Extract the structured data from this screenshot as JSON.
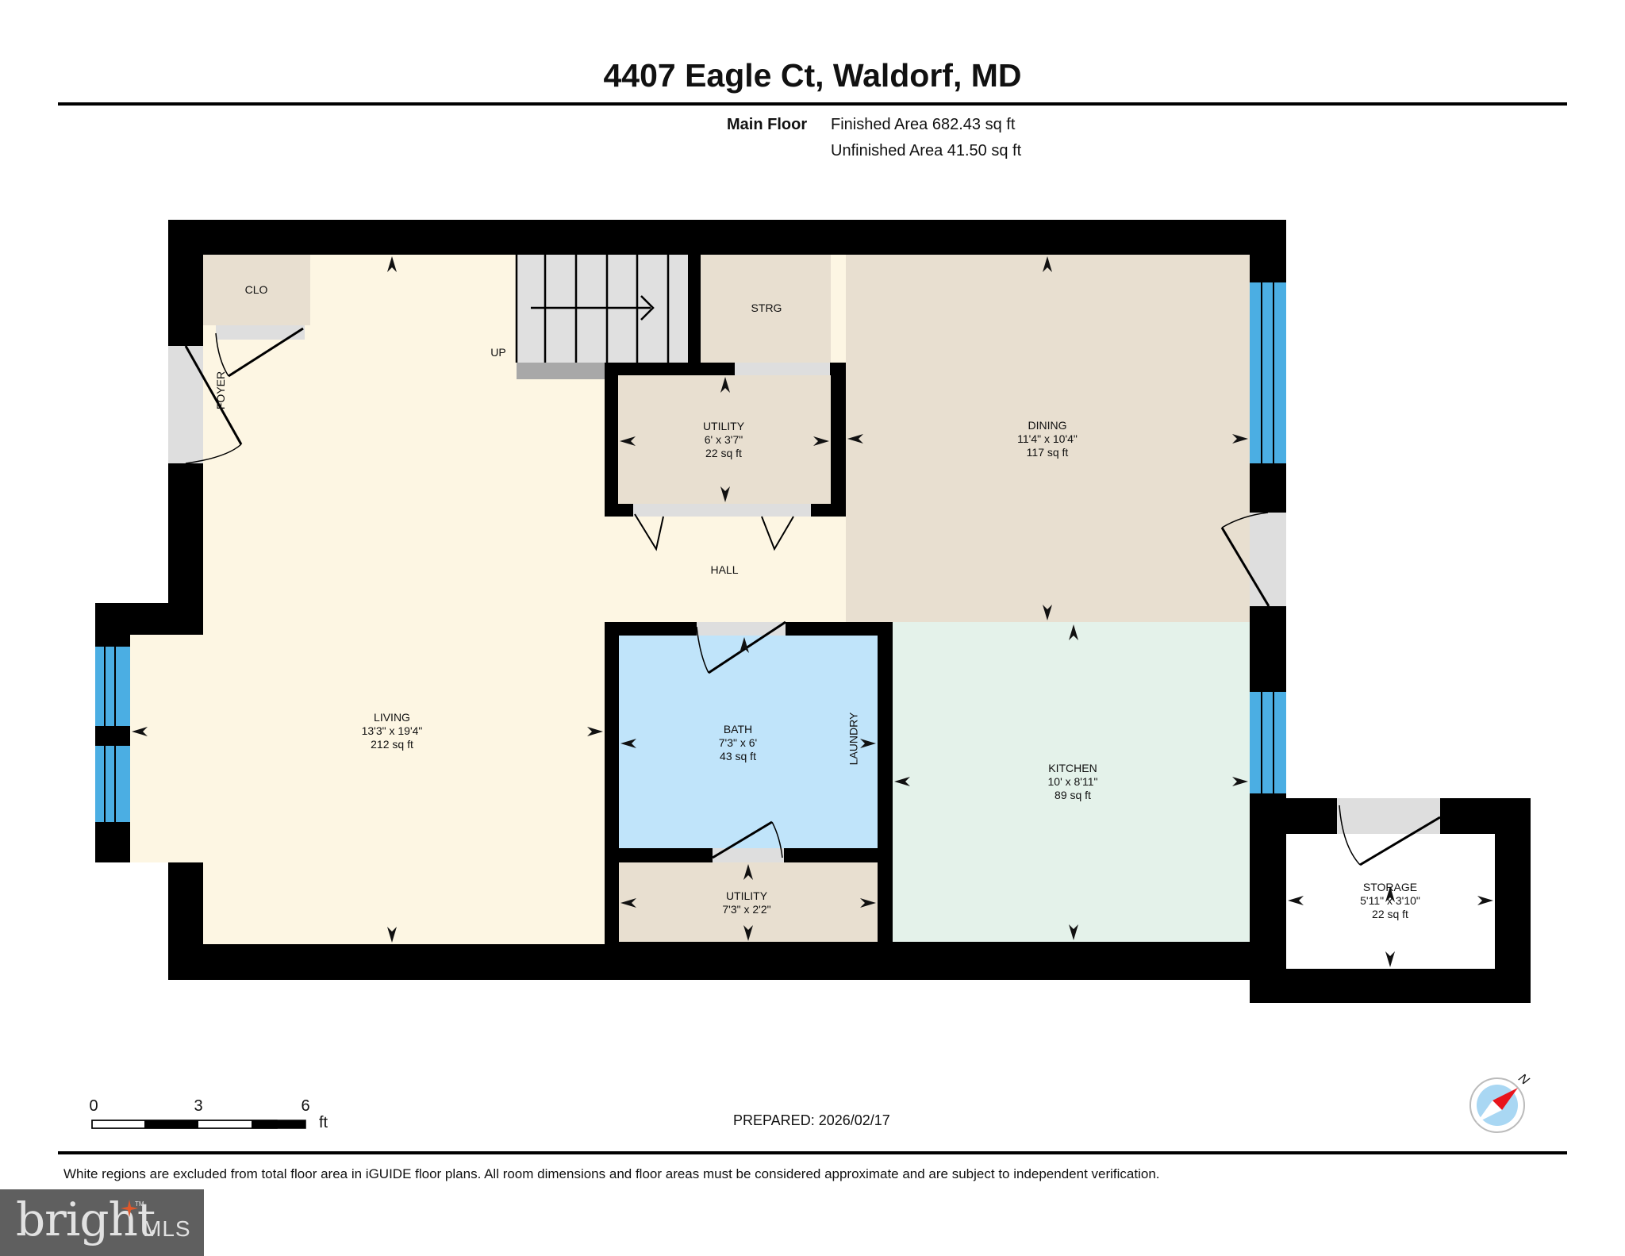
{
  "header": {
    "title": "4407 Eagle Ct, Waldorf, MD",
    "floor_name": "Main Floor",
    "finished_area": "Finished Area 682.43 sq ft",
    "unfinished_area": "Unfinished Area 41.50 sq ft"
  },
  "colors": {
    "wall": "#000000",
    "living": "#fdf6e3",
    "beige_room": "#e8dfd0",
    "bath": "#c0e4fa",
    "kitchen": "#e4f2ea",
    "storage": "#ffffff",
    "window": "#4baee3",
    "door_opening": "#dedede",
    "stairs": "#e0e0e0",
    "compass_red": "#e8141b",
    "compass_face": "#a9d7f3"
  },
  "rooms": [
    {
      "id": "clo",
      "name": "CLO"
    },
    {
      "id": "foyer",
      "name": "FOYER"
    },
    {
      "id": "up",
      "name": "UP"
    },
    {
      "id": "strg",
      "name": "STRG"
    },
    {
      "id": "utility1",
      "name": "UTILITY",
      "dims": "6' x 3'7\"",
      "area": "22 sq ft"
    },
    {
      "id": "dining",
      "name": "DINING",
      "dims": "11'4\" x 10'4\"",
      "area": "117 sq ft"
    },
    {
      "id": "hall",
      "name": "HALL"
    },
    {
      "id": "living",
      "name": "LIVING",
      "dims": "13'3\" x 19'4\"",
      "area": "212 sq ft"
    },
    {
      "id": "bath",
      "name": "BATH",
      "dims": "7'3\" x 6'",
      "area": "43 sq ft"
    },
    {
      "id": "laundry",
      "name": "LAUNDRY"
    },
    {
      "id": "kitchen",
      "name": "KITCHEN",
      "dims": "10' x 8'11\"",
      "area": "89 sq ft"
    },
    {
      "id": "utility2",
      "name": "UTILITY",
      "dims": "7'3\" x 2'2\""
    },
    {
      "id": "storage",
      "name": "STORAGE",
      "dims": "5'11\" x 3'10\"",
      "area": "22 sq ft"
    }
  ],
  "scale_bar": {
    "ticks": [
      "0",
      "3",
      "6"
    ],
    "unit": "ft"
  },
  "compass": {
    "label": "N"
  },
  "footer": {
    "prepared": "PREPARED: 2026/02/17",
    "disclaimer": "White regions are excluded from total floor area in iGUIDE floor plans. All room dimensions and floor areas must be considered approximate and are subject to independent verification."
  },
  "logo": {
    "brand": "bright",
    "suffix": "MLS",
    "tm": "TM"
  }
}
